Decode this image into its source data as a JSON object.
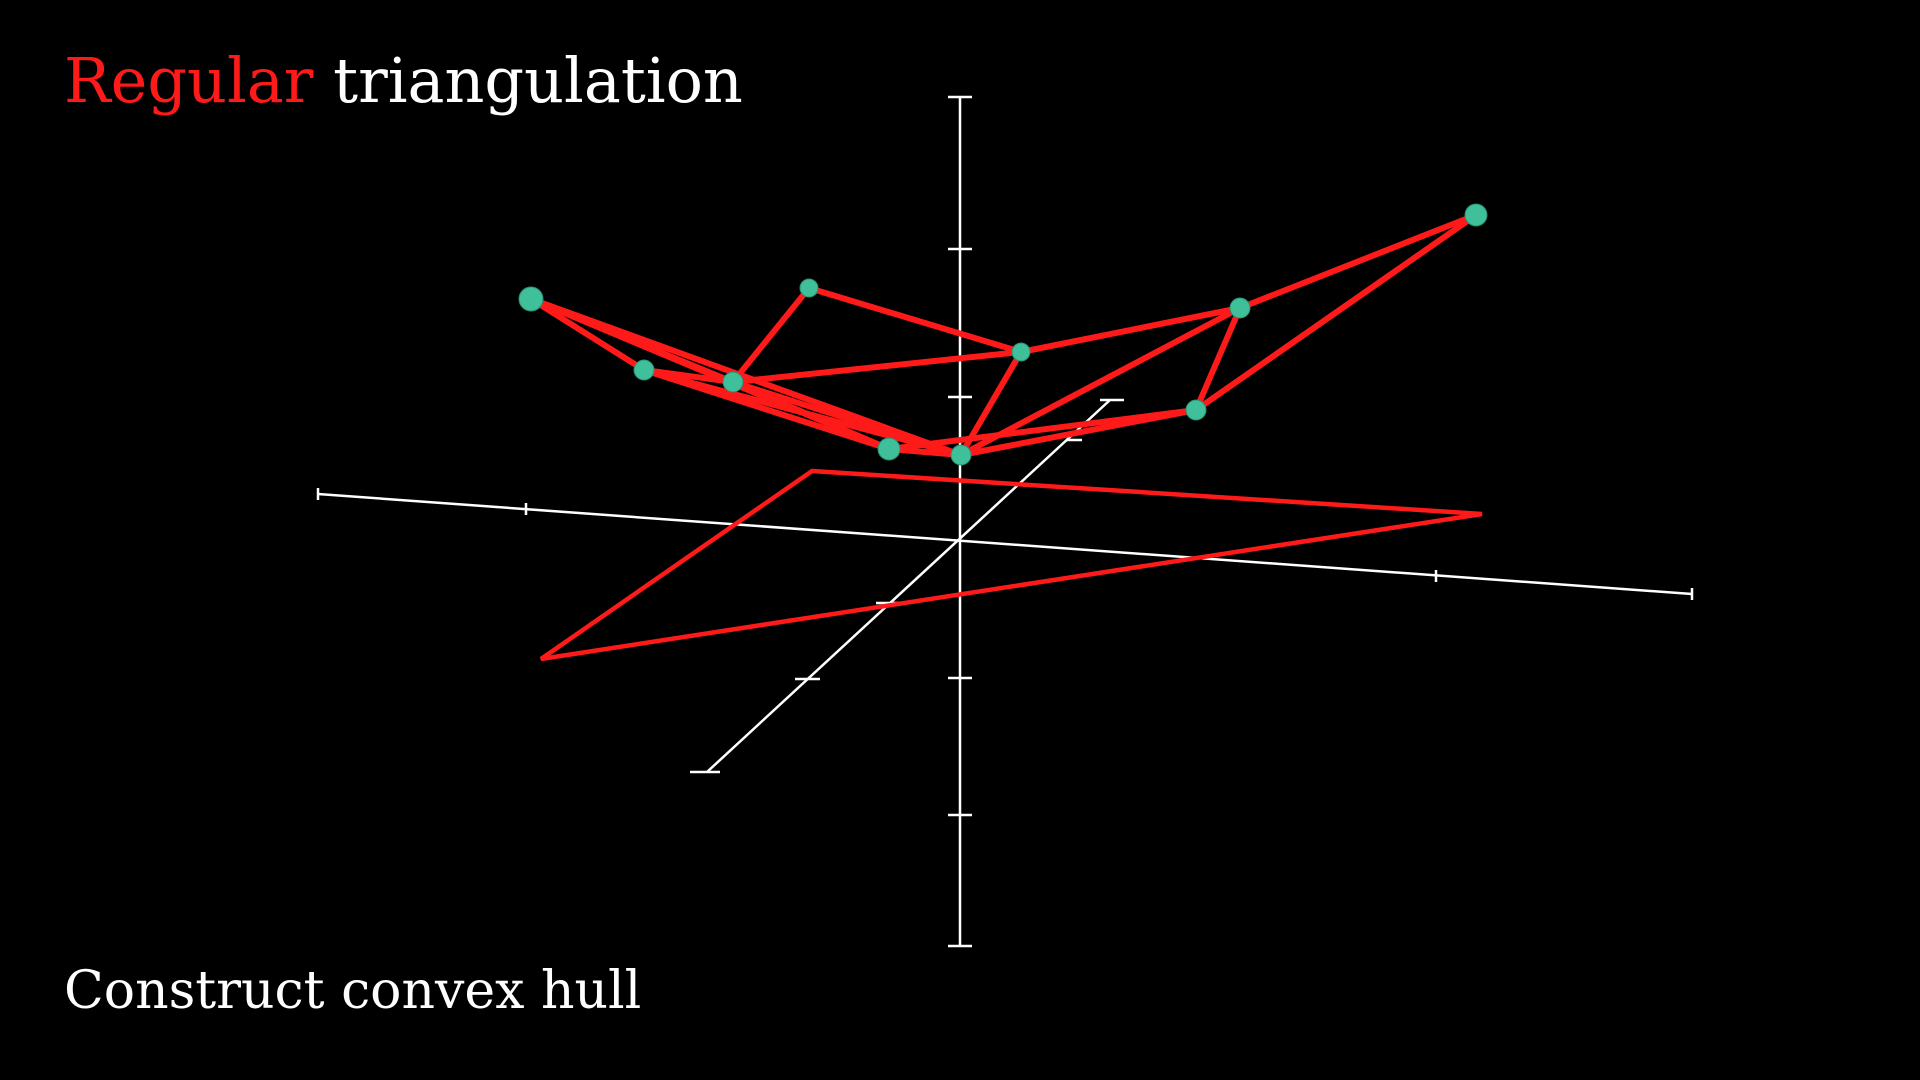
{
  "title": {
    "highlight": "Regular",
    "rest": "triangulation",
    "highlight_color": "#ff1a1a",
    "rest_color": "#ffffff"
  },
  "caption": "Construct convex hull",
  "colors": {
    "background": "#000000",
    "axes": "#ffffff",
    "edges": "#ff1a1a",
    "points": "#3fbf9a"
  }
}
